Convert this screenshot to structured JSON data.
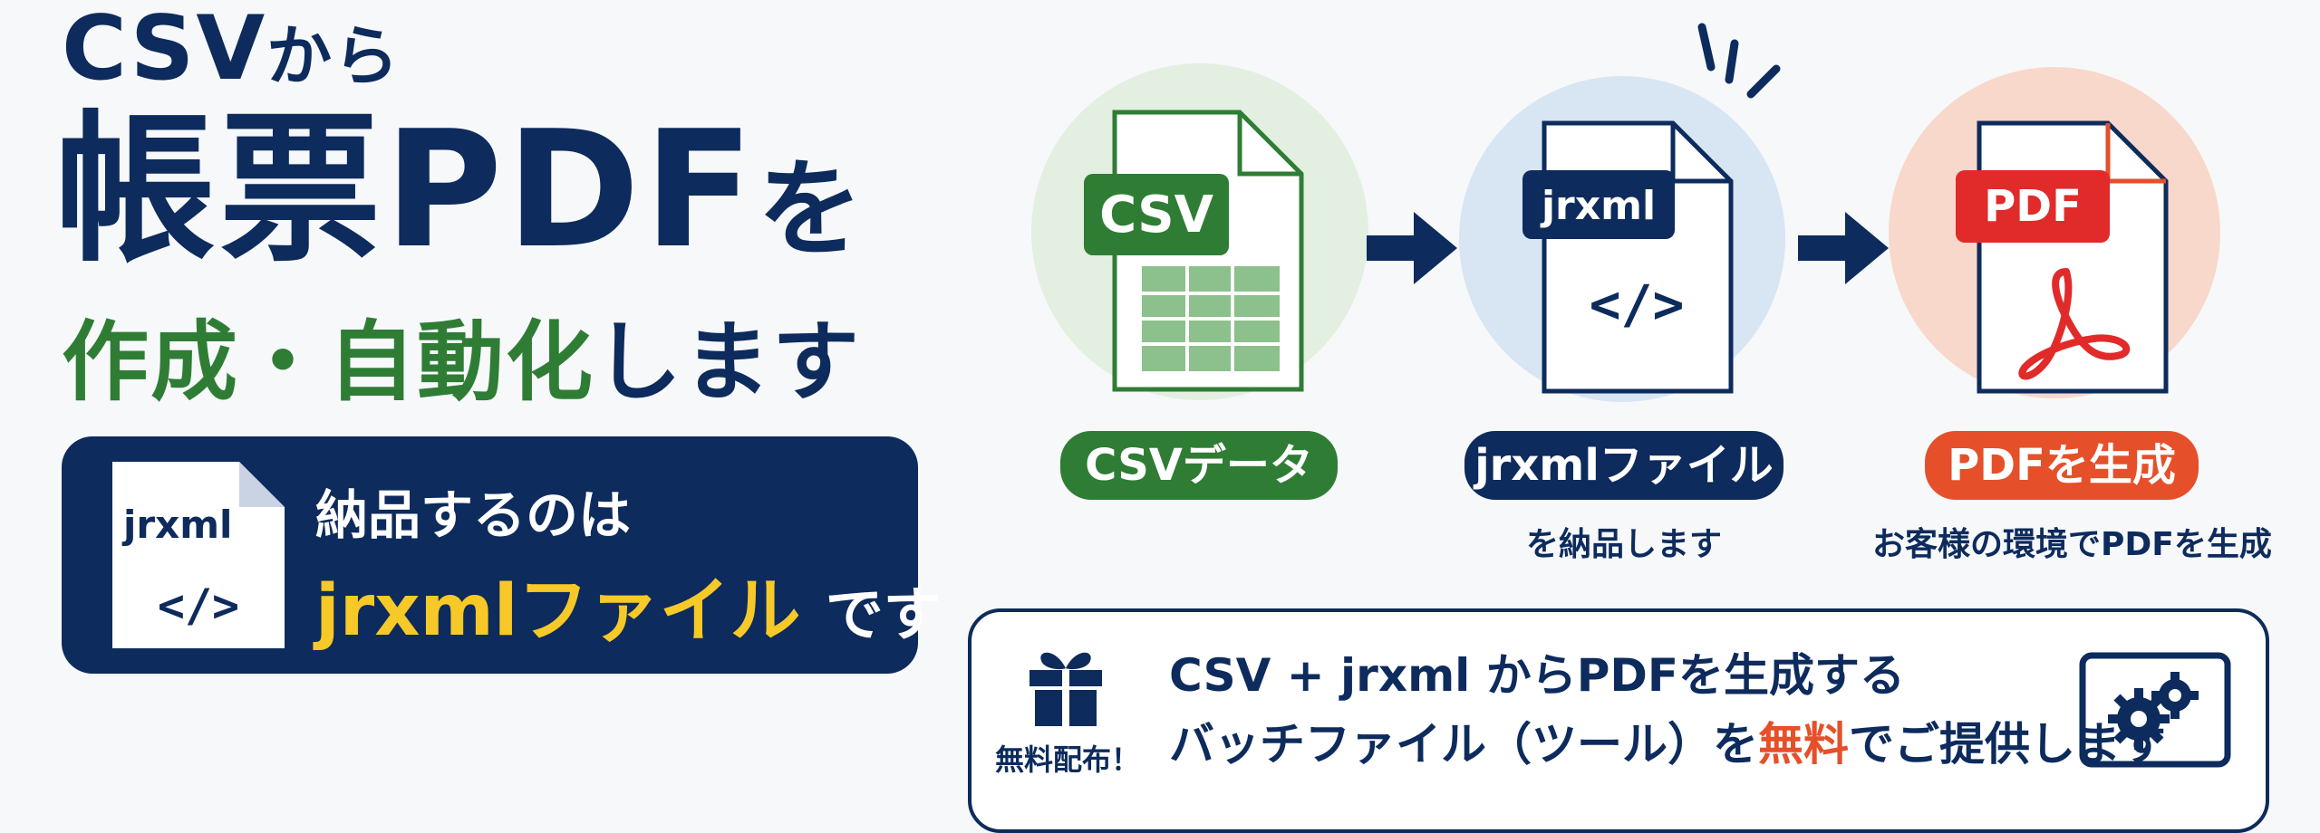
{
  "headline": {
    "line1_main": "CSV",
    "line1_suffix": "から",
    "line2_main": "帳票PDF",
    "line2_suffix": "を",
    "line3_main": "作成・自動化",
    "line3_suffix": "します"
  },
  "banner": {
    "doc_label": "jrxml",
    "doc_code": "</>",
    "line1": "納品するのは",
    "line2_highlight": "jrxmlファイル",
    "line2_tail": "です"
  },
  "flow": [
    {
      "badge": "CSV",
      "label": "CSVデータ",
      "sub": ""
    },
    {
      "badge": "jrxml",
      "code": "</>",
      "label": "jrxmlファイル",
      "sub": "を納品します"
    },
    {
      "badge": "PDF",
      "label": "PDFを生成",
      "sub": "お客様の環境でPDFを生成"
    }
  ],
  "offer": {
    "badge": "無料配布！",
    "line1": "CSV + jrxml からPDFを生成する",
    "line2_pre": "バッチファイル（ツール）を",
    "line2_red": "無料",
    "line2_post": "でご提供します"
  },
  "colors": {
    "navy": "#0d2b5c",
    "green": "#2f7d35",
    "yellow": "#f6c928",
    "red": "#e12a2a",
    "orange": "#e5502a",
    "csv_circle": "#e3efe0",
    "jrxml_circle": "#d8e5f3",
    "pdf_circle": "#f8d8cb"
  },
  "icons": [
    "gift-icon",
    "gear-icon",
    "acrobat-icon",
    "arrow-right-icon",
    "spark-icon"
  ]
}
